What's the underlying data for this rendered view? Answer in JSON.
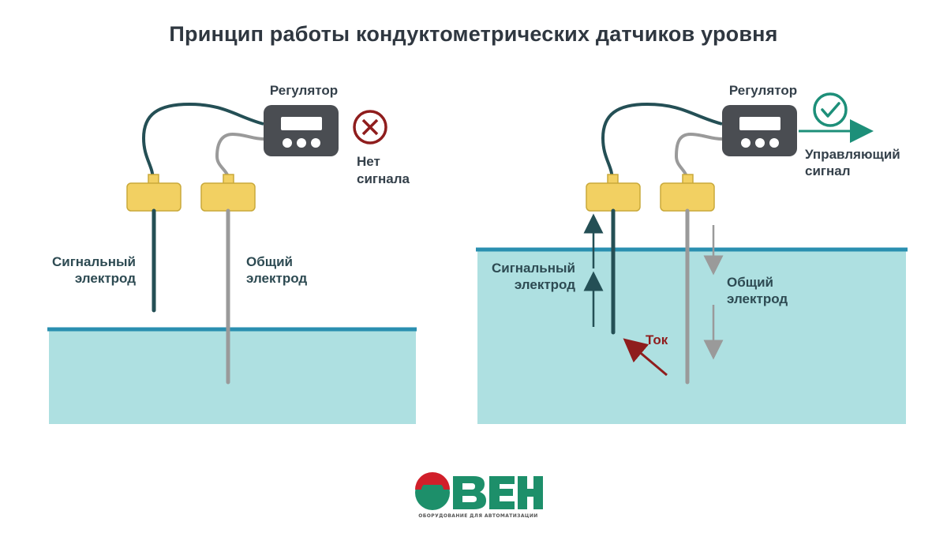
{
  "title": "Принцип работы кондуктометрических датчиков уровня",
  "left_panel": {
    "regulator_label": "Регулятор",
    "status_lines": [
      "Нет",
      "сигнала"
    ],
    "status_icon": "cross-circle-icon",
    "signal_electrode_lines": [
      "Сигнальный",
      "электрод"
    ],
    "common_electrode_lines": [
      "Общий",
      "электрод"
    ]
  },
  "right_panel": {
    "regulator_label": "Регулятор",
    "status_icon": "check-circle-icon",
    "control_signal_lines": [
      "Управляющий",
      "сигнал"
    ],
    "signal_electrode_lines": [
      "Сигнальный",
      "электрод"
    ],
    "common_electrode_lines": [
      "Общий",
      "электрод"
    ],
    "current_label": "Ток"
  },
  "logo": {
    "text": "ОВЕН",
    "tagline": "ОБОРУДОВАНИЕ ДЛЯ АВТОМАТИЗАЦИИ"
  },
  "colors": {
    "water": "#aee0e1",
    "water_surface": "#2a8fb0",
    "regulator_body": "#4a4d52",
    "sensor_head": "#f2d062",
    "sensor_edge": "#c9a93a",
    "signal_wire": "#244f55",
    "common_wire": "#9a9a9a",
    "cross": "#8f1d1d",
    "check": "#1d8f79",
    "current_arrow": "#8f1d1d",
    "logo_green": "#1d8f6a",
    "logo_red": "#d11f2a"
  }
}
